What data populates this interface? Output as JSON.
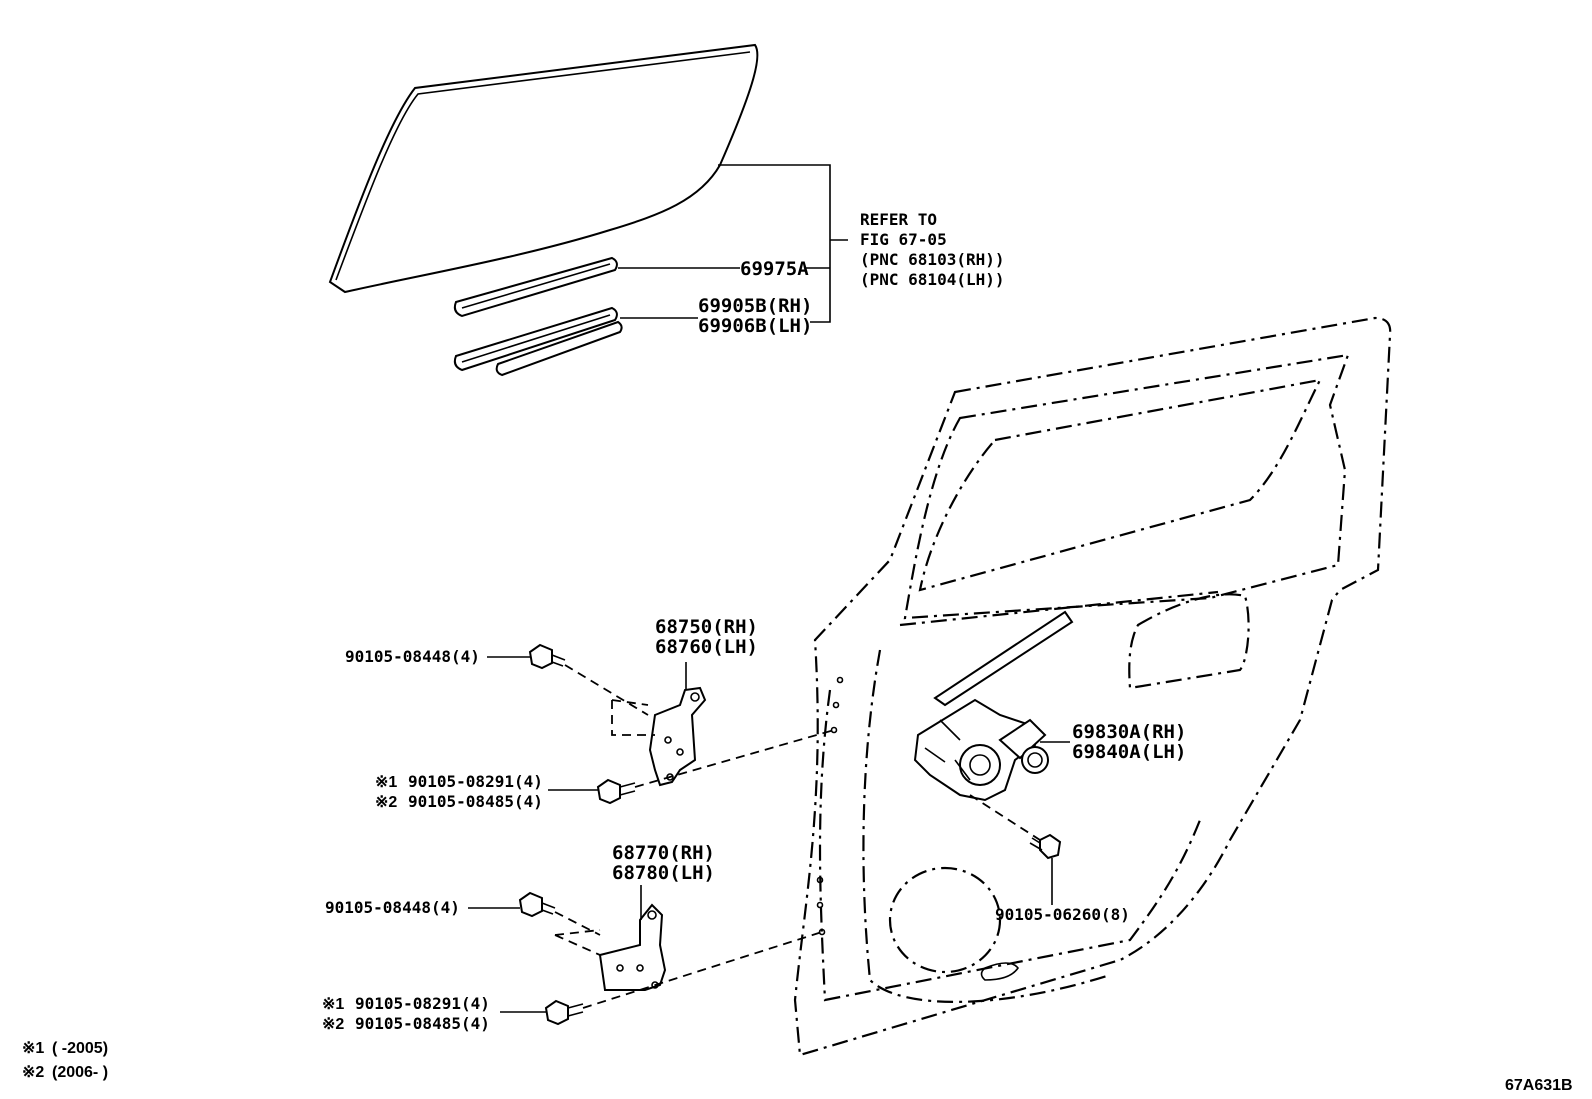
{
  "callouts": {
    "refer": [
      "REFER TO",
      "FIG 67-05",
      "(PNC 68103(RH))",
      "(PNC 68104(LH))"
    ],
    "p69975": "69975A",
    "p69905_rh": "69905B(RH)",
    "p69906_lh": "69906B(LH)",
    "hinge_upper_rh": "68750(RH)",
    "hinge_upper_lh": "68760(LH)",
    "bolt_upper_body": "90105-08448(4)",
    "bolt_upper_door_1": "90105-08291(4)",
    "bolt_upper_door_2": "90105-08485(4)",
    "regulator_rh": "69830A(RH)",
    "regulator_lh": "69840A(LH)",
    "bolt_regulator": "90105-06260(8)",
    "hinge_lower_rh": "68770(RH)",
    "hinge_lower_lh": "68780(LH)",
    "bolt_lower_body": "90105-08448(4)",
    "bolt_lower_door_1": "90105-08291(4)",
    "bolt_lower_door_2": "90105-08485(4)"
  },
  "markers": {
    "note1": "※1",
    "note2": "※2"
  },
  "notes": {
    "note1_text": "(        -2005)",
    "note2_text": "(2006-        )"
  },
  "figure_code": "67A631B"
}
